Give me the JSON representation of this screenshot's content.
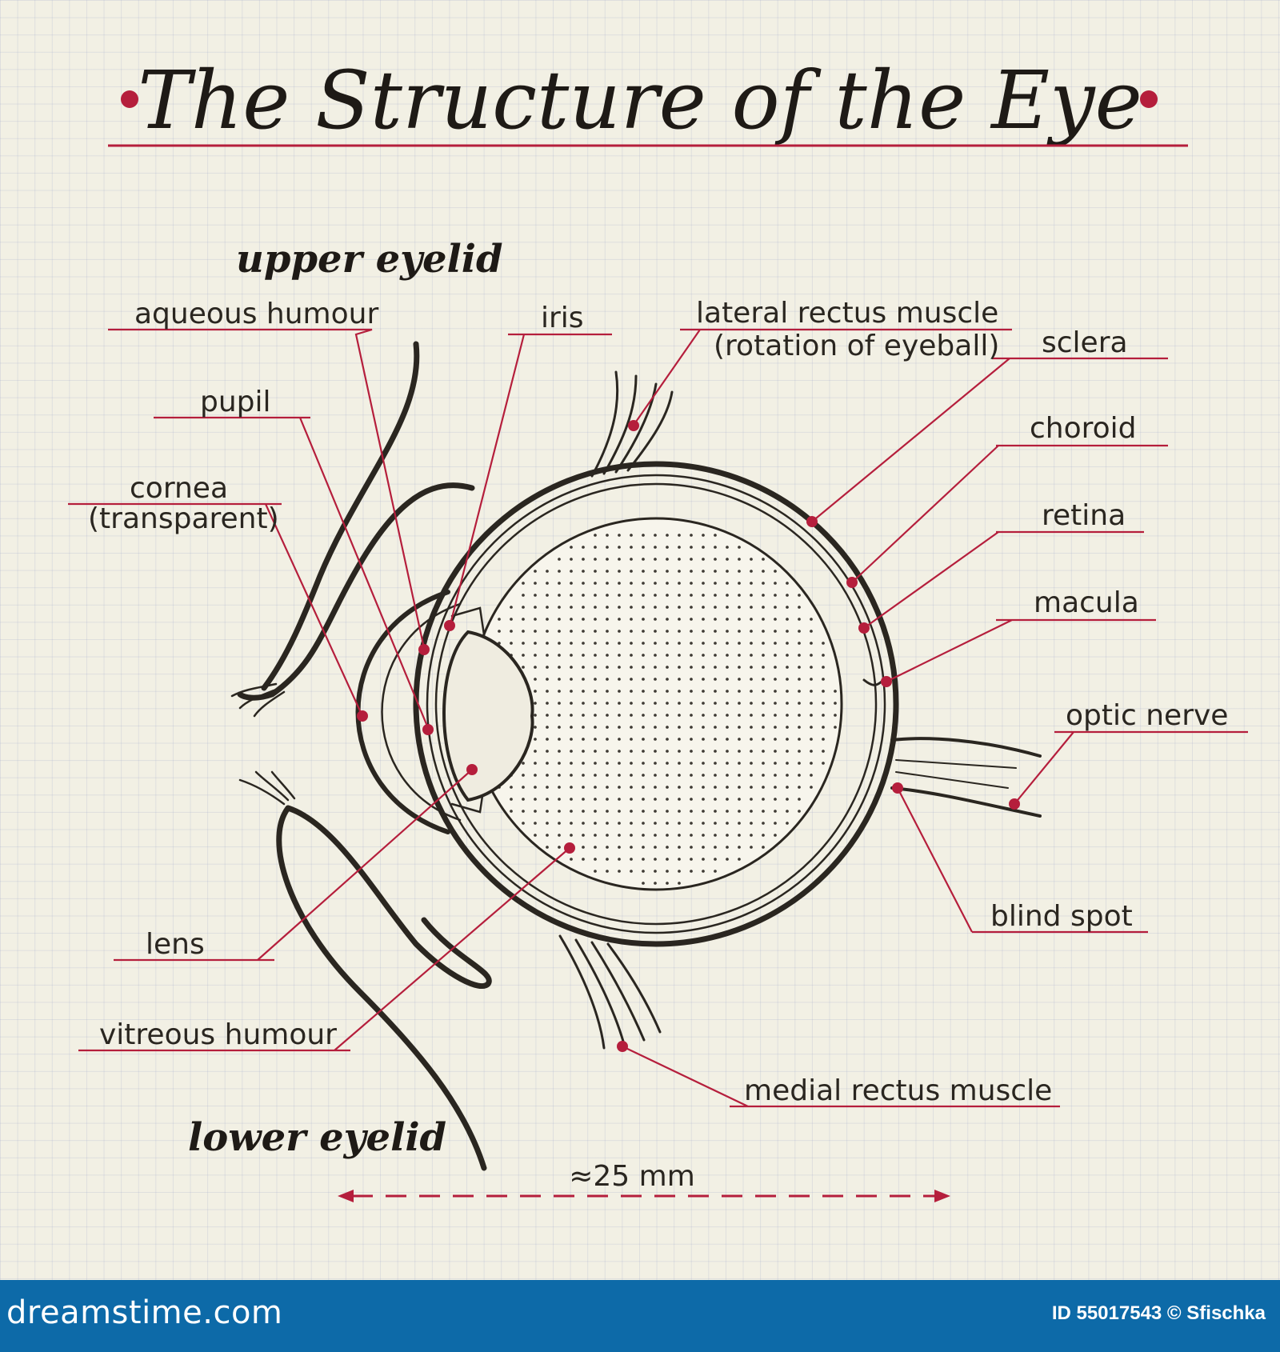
{
  "title": "The Structure of the Eye",
  "eyelids": {
    "upper": "upper eyelid",
    "lower": "lower eyelid"
  },
  "labels": {
    "aqueous_humour": "aqueous humour",
    "iris": "iris",
    "lateral_rectus_muscle": "lateral rectus muscle",
    "lateral_rectus_note": "(rotation of eyeball)",
    "sclera": "sclera",
    "pupil": "pupil",
    "choroid": "choroid",
    "cornea": "cornea",
    "cornea_note": "(transparent)",
    "retina": "retina",
    "macula": "macula",
    "optic_nerve": "optic nerve",
    "lens": "lens",
    "blind_spot": "blind spot",
    "vitreous_humour": "vitreous humour",
    "medial_rectus_muscle": "medial rectus muscle"
  },
  "scale": "≈25 mm",
  "colors": {
    "accent": "#b51e3c",
    "ink": "#2a2620",
    "footer": "#0d6aa8"
  },
  "footer": {
    "logo": "dreamstime.com",
    "credit": "ID 55017543 © Sfischka"
  }
}
